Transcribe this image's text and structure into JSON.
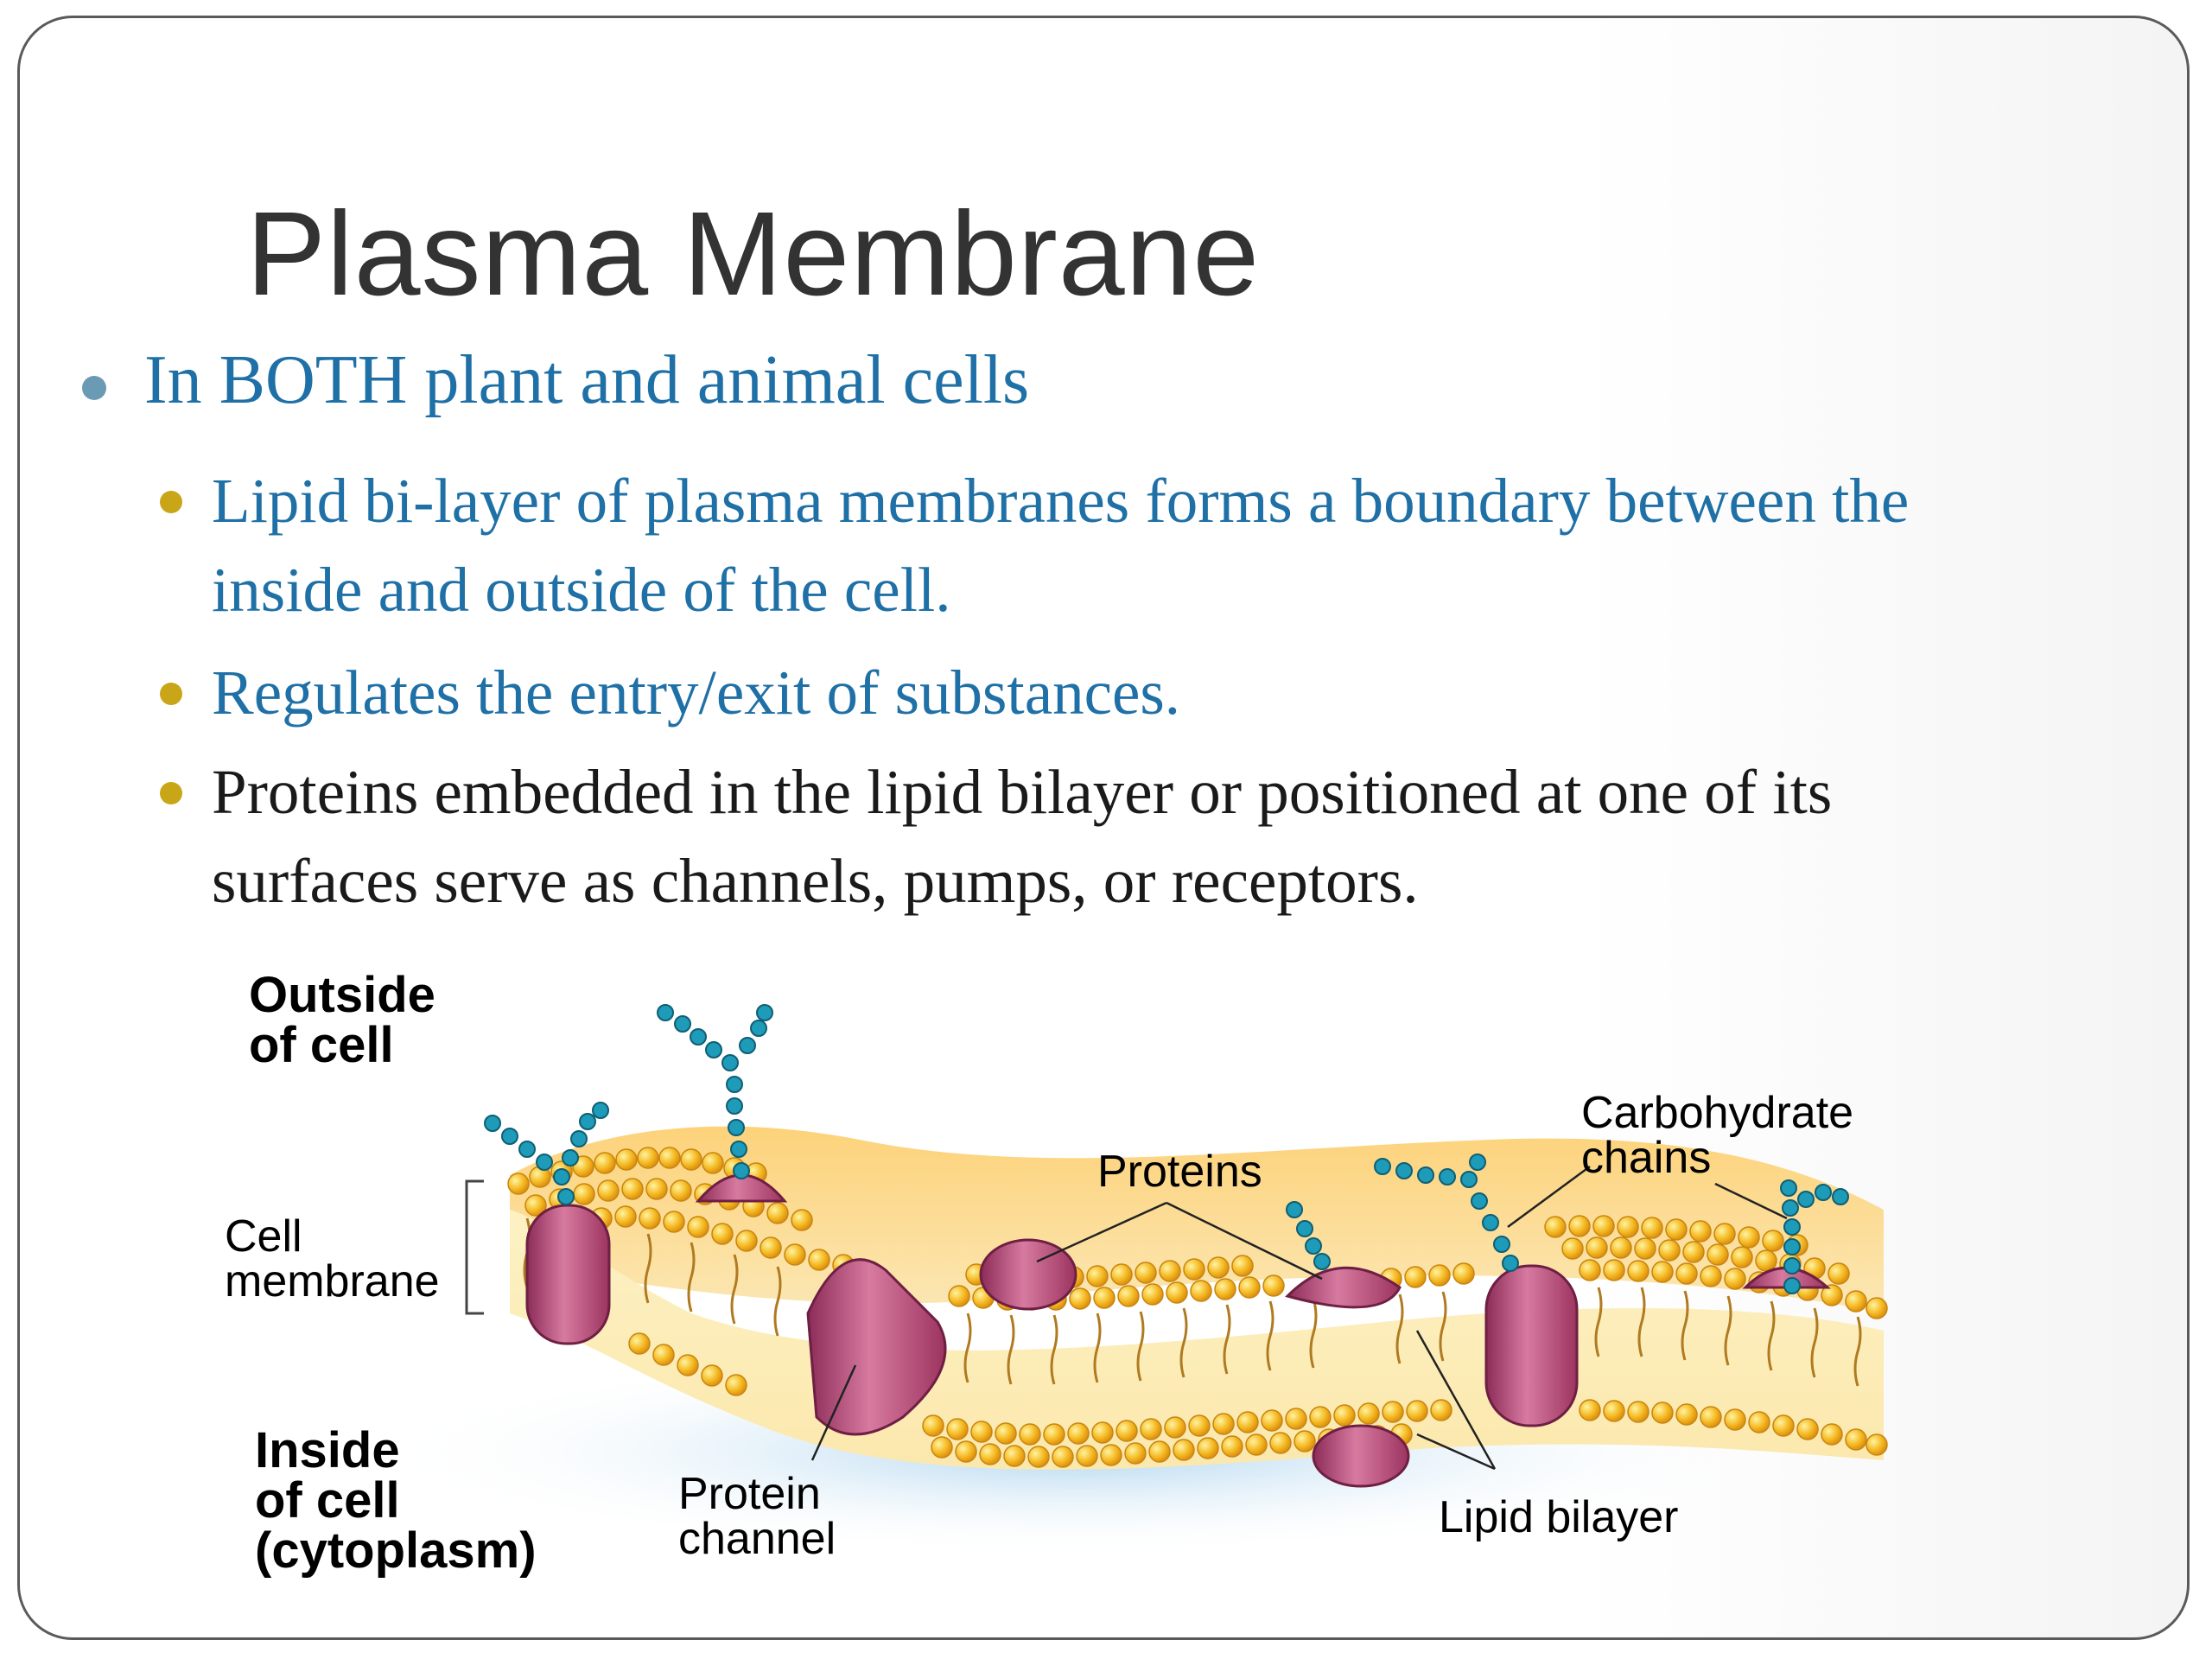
{
  "slide": {
    "title": "Plasma Membrane",
    "bullet": "In BOTH plant and animal cells",
    "sub_bullets": [
      {
        "text": "Lipid bi-layer of plasma membranes forms a boundary between the\ninside and outside of the cell.",
        "color": "#1f70a6"
      },
      {
        "text": "Regulates the entry/exit of substances.",
        "color": "#1f70a6"
      },
      {
        "text": "Proteins embedded in the lipid bilayer or positioned at one of its\nsurfaces serve as channels, pumps, or receptors.",
        "color": "#1a1a1a"
      }
    ]
  },
  "diagram": {
    "labels": {
      "outside": "Outside\nof cell",
      "cell_membrane": "Cell\nmembrane",
      "proteins": "Proteins",
      "carbohydrate": "Carbohydrate\nchains",
      "inside": "Inside\nof cell\n(cytoplasm)",
      "protein_channel": "Protein\nchannel",
      "lipid_bilayer": "Lipid bilayer"
    },
    "colors": {
      "lipid_head": "#f2b21e",
      "membrane_fill": "#fbe3a0",
      "protein": "#b84a78",
      "carbohydrate": "#1e9bb8"
    }
  }
}
